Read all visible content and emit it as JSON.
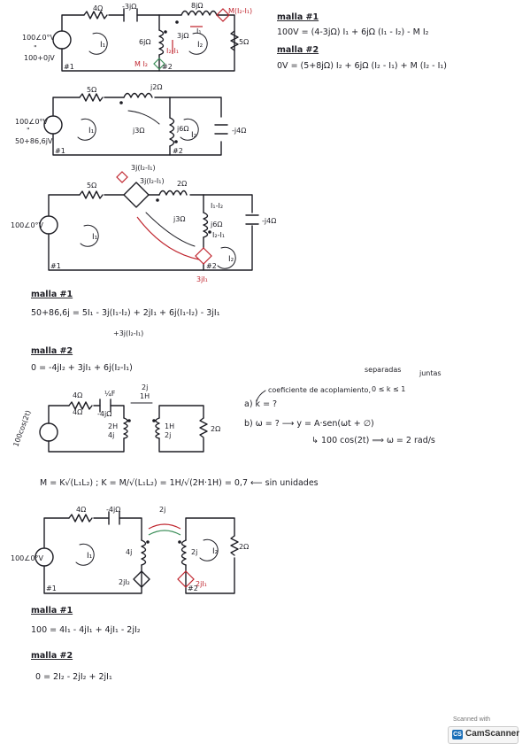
{
  "circuit1": {
    "r_top": "4Ω",
    "c_top": "-3jΩ",
    "l_top": "8jΩ",
    "src_label": "M(I₂-I₁)",
    "v_source": "100∠0°V",
    "v_eq": "\"",
    "v_rect": "100+0jV",
    "l_mid": "6jΩ",
    "coupling": "3jΩ",
    "i_diff": "I₂-I₁",
    "i1": "I₁",
    "i2": "I₂",
    "r_right": "5Ω",
    "dep_bottom": "M I₂",
    "node1": "#1",
    "node2": "#2",
    "i_small": "I₁"
  },
  "equations1": {
    "m1_title": "malla #1",
    "m1_eq": "100V = (4-3jΩ) I₁ + 6jΩ (I₁ - I₂) - M I₂",
    "m2_title": "malla #2",
    "m2_eq": "0V = (5+8jΩ) I₂ + 6jΩ (I₂ - I₁) + M (I₂ - I₁)"
  },
  "circuit2": {
    "r_top": "5Ω",
    "l_top": "j2Ω",
    "v_source": "100∠0°V",
    "v_eq": "\"",
    "v_rect": "50+86,6jV",
    "coupling": "j3Ω",
    "l_right": "j6Ω",
    "c_right": "-j4Ω",
    "i1": "I₁",
    "i2": "I₂",
    "node1": "#1",
    "node2": "#2"
  },
  "circuit3": {
    "r_top": "5Ω",
    "dep1": "3j(I₂-I₁)",
    "dep2": "3j(I₂-I₁)",
    "l_top": "2Ω",
    "v_source": "100∠0°V",
    "coupling": "j3Ω",
    "l_right": "j6Ω",
    "c_right": "-j4Ω",
    "i_branch": "I₁-I₂",
    "i_branch2": "I₂-I₁",
    "i1": "I₁",
    "i2": "I₂",
    "dep_bottom": "3jI₁",
    "node1": "#1",
    "node2": "#2"
  },
  "equations2": {
    "m1_title": "malla #1",
    "m1_eq_a": "50+86,6j = 5I₁ - 3j(I₁-I₂) + 2jI₁ + 6j(I₁-I₂) - 3jI₁",
    "m1_eq_b": "+3j(I₂-I₁)",
    "m2_title": "malla #2",
    "m2_eq": "0 = -4jI₂ + 3jI₁ + 6j(I₂-I₁)"
  },
  "circuit4": {
    "r_top": "4Ω",
    "r_top_b": "4Ω",
    "c_top": "¼F",
    "c_top_b": "-4jΩ",
    "coupling": "2j",
    "coupling_b": "1H",
    "v_source": "100cos(2t)",
    "l_left": "2H",
    "l_left_b": "4j",
    "l_right": "1H",
    "l_right_b": "2j",
    "r_right": "2Ω"
  },
  "problem": {
    "a": "a)  k = ?",
    "coef": "coeficiente de acoplamiento,",
    "range": "0 ≤ k ≤ 1",
    "separadas": "separadas",
    "juntas": "juntas",
    "b": "b)  ω = ?  ⟶  y = A·sen(ωt + ∅)",
    "b2": "↳ 100 cos(2t)  ⟹  ω = 2 rad/s",
    "k_eq": "M = K√(L₁L₂) ;  K = M/√(L₁L₂) = 1H/√(2H·1H) = 0,7  ⟵ sin unidades"
  },
  "circuit5": {
    "r_top": "4Ω",
    "c_top": "-4jΩ",
    "coupling": "2j",
    "v_source": "100∠0°V",
    "l_left": "4j",
    "l_right": "2j",
    "r_right": "2Ω",
    "i1": "I₁",
    "i2": "I₂",
    "dep_left": "2jI₂",
    "dep_right": "2jI₁",
    "node1": "#1",
    "node2": "#2"
  },
  "equations3": {
    "m1_title": "malla #1",
    "m1_eq": "100 = 4I₁ - 4jI₁ + 4jI₁ - 2jI₂",
    "m2_title": "malla #2",
    "m2_eq": "0 = 2I₂ - 2jI₂ + 2jI₁"
  },
  "badge": {
    "scanned": "Scanned with",
    "brand": "CamScanner",
    "logo": "CS"
  }
}
